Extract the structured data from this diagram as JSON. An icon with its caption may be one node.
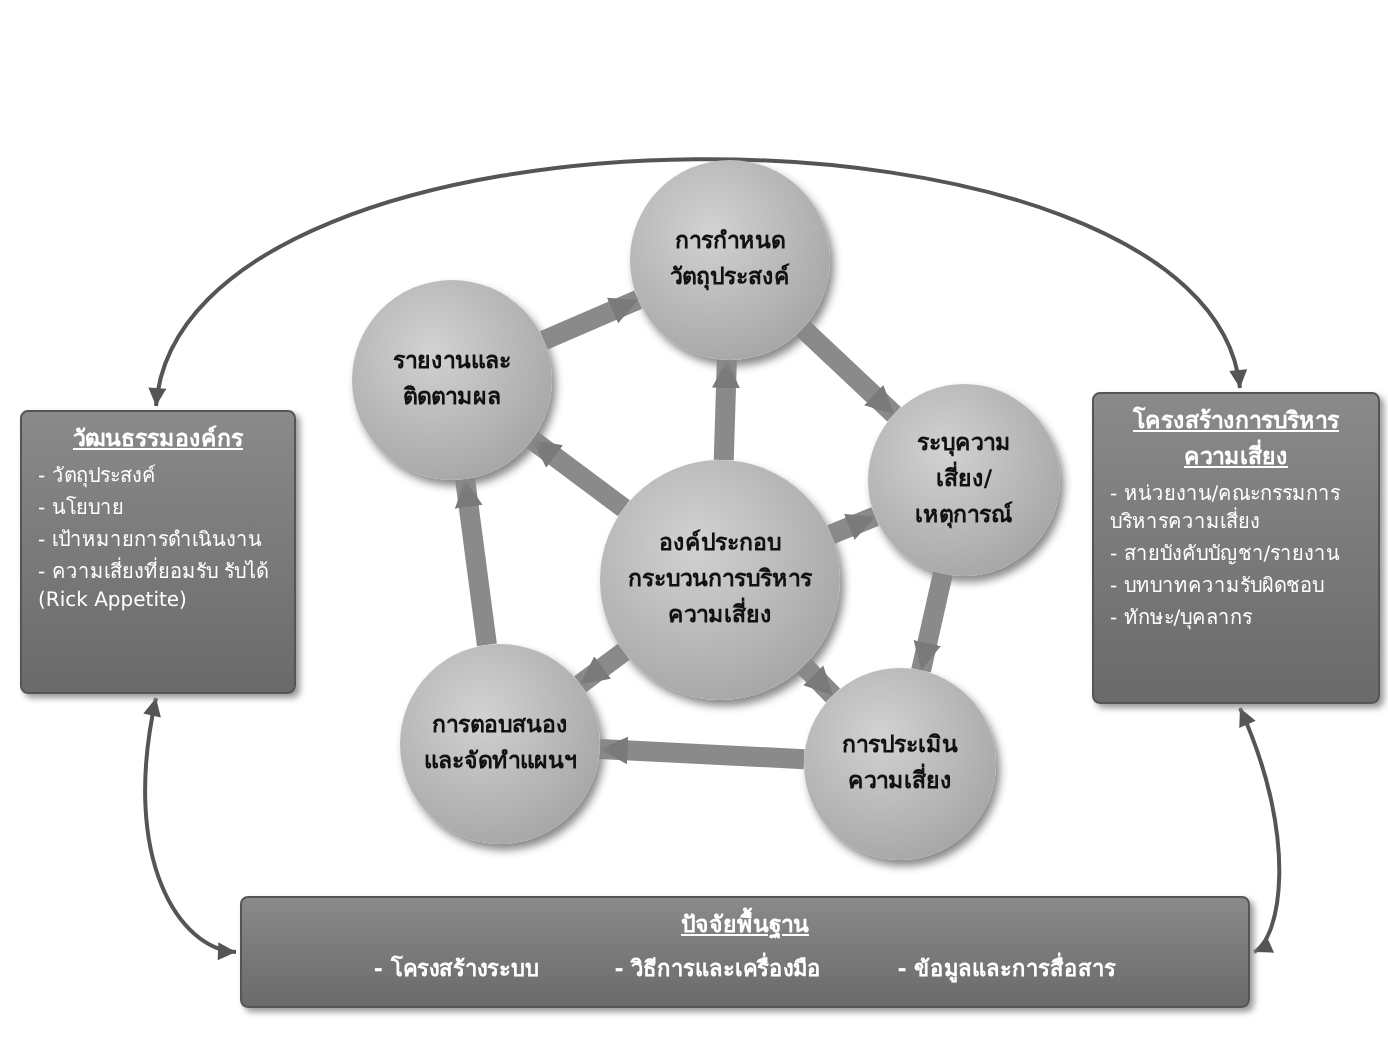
{
  "diagram": {
    "nodes": [
      {
        "text": [
          "วัฒนธรรมองค์กร",
          "- วัตถุประสงค์",
          "- นโยบาย",
          "- เป้าหมายการดำเนินงาน",
          "- ความเสี่ยงที่ยอมรับ รับได้ (Rick Appetite)"
        ]
      },
      {
        "text": [
          "โครงสร้างการบริหารความเสี่ยง",
          "- หน่วยงาน/คณะกรรมการบริหารความเสี่ยง",
          "- สายบังคับบัญชา/รายงาน",
          "- บทบาทความรับผิดชอบ",
          "- ทักษะ/บุคลากร"
        ]
      },
      {
        "text": [
          "ปัจจัยพื้นฐาน",
          "- โครงสร้างระบบ",
          "- วิธีการและเครื่องมือ",
          "- ข้อมูลและการสื่อสาร"
        ]
      },
      {
        "text": [
          "การกำหนดวัตถุประสงค์"
        ]
      },
      {
        "text": [
          "รายงานและติดตามผล"
        ]
      },
      {
        "text": [
          "ระบุความเสี่ยง/เหตุการณ์"
        ]
      },
      {
        "text": [
          "องค์ประกอบกระบวนการบริหารความเสี่ยง"
        ]
      },
      {
        "text": [
          "การตอบสนองและจัดทำแผนฯ"
        ]
      },
      {
        "text": [
          "การประเมินความเสี่ยง"
        ]
      }
    ],
    "edges": [
      {
        "from": 0,
        "to": 1,
        "arrow": "both"
      },
      {
        "from": 0,
        "to": 2,
        "arrow": "both"
      },
      {
        "from": 1,
        "to": 2,
        "arrow": "both"
      },
      {
        "from": 3,
        "to": 5,
        "arrow": "to"
      },
      {
        "from": 5,
        "to": 8,
        "arrow": "to"
      },
      {
        "from": 8,
        "to": 7,
        "arrow": "to"
      },
      {
        "from": 7,
        "to": 4,
        "arrow": "to"
      },
      {
        "from": 4,
        "to": 3,
        "arrow": "to"
      },
      {
        "from": 6,
        "to": 3,
        "arrow": "to"
      },
      {
        "from": 6,
        "to": 5,
        "arrow": "to"
      },
      {
        "from": 6,
        "to": 8,
        "arrow": "to"
      },
      {
        "from": 6,
        "to": 7,
        "arrow": "to"
      },
      {
        "from": 6,
        "to": 4,
        "arrow": "to"
      }
    ]
  }
}
